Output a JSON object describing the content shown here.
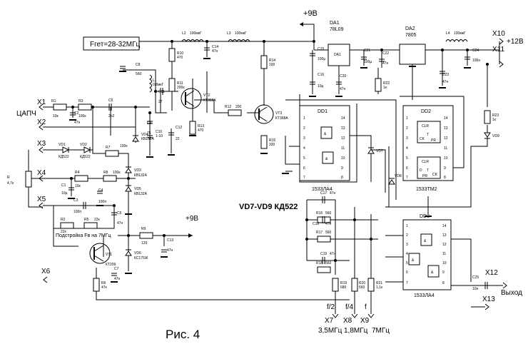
{
  "figure": {
    "caption": "Рис. 4",
    "freq_box": "Fгет=28-32МГц",
    "vd_note": "VD7-VD9  КД522",
    "tune_note": "Подстройка Fв на 7МГц"
  },
  "connectors": {
    "x1": "X1",
    "x1_name": "ЦАПЧ",
    "x2": "X2",
    "x3": "X3",
    "x4": "X4",
    "x5": "X5",
    "x6": "X6",
    "x7": "X7",
    "x8": "X8",
    "x9": "X9",
    "x10": "X10",
    "x11": "X11",
    "x12": "X12",
    "x13": "X13",
    "x7_freq": "3,5МГц",
    "x8_freq": "1,8МГц",
    "x9_freq": "7МГц",
    "x7_div": "f/2",
    "x8_div": "f/4",
    "x9_div": "f",
    "vout": "Выход",
    "vcc12": "+12В",
    "vcc9_top": "+9В",
    "vcc9_mid": "+9В"
  },
  "chips": {
    "da1": "DA1",
    "da1_type": "78L09",
    "da2": "DA2",
    "da2_type": "7805",
    "dd1": "DD1",
    "dd1_type": "1533ЛА4",
    "dd2": "DD2",
    "dd2_type": "1533ТМ2",
    "dd3": "DD3",
    "dd3_type": "1533ЛА4"
  },
  "transistors": {
    "vt1": "VT1",
    "vt1_type": "КТ209",
    "vt2": "VT2",
    "vt2_type": "КТ368А",
    "vt3": "VT3",
    "vt3_type": "КТ368А"
  },
  "components": {
    "l1": "L1",
    "l1_v": "0,8мкГ",
    "l2": "L2",
    "l2_v": "100мкГ",
    "l3": "L3",
    "l3_v": "100мкГ",
    "l4": "L4",
    "l4_v": "100мкГ",
    "r": "R",
    "r_v": "4,7к",
    "r1": "R1",
    "r1_v": "10к",
    "r2": "R2",
    "r2_v": "22к",
    "r3": "R3",
    "r3_v": "100к",
    "r4": "R4",
    "r4_v": "10к",
    "r5": "R5",
    "r5_v": "22к",
    "r6": "R6",
    "r6_v": "47к",
    "r7": "R7",
    "r7_v": "100к",
    "r8": "R8",
    "r8_v": "100к",
    "r9": "R9",
    "r9_v": "120",
    "r10": "R10",
    "r10_v": "470",
    "r11": "R11",
    "r11_v": "200к",
    "r12": "R12",
    "r12_v": "200",
    "r13": "R13",
    "r13_v": "470",
    "r14": "R14",
    "r14_v": "100",
    "r15": "R15",
    "r15_v": "330",
    "r16": "R16",
    "r16_v": "560",
    "r17": "R17",
    "r17_v": "560",
    "r18": "R18",
    "r18_v": "560",
    "r19": "R19",
    "r19_v": "680",
    "r20": "R20",
    "r20_v": "560",
    "r21": "R21",
    "r21_v": "1,1к",
    "r22": "R22",
    "r22_v": "1к",
    "r23": "R23",
    "r23_v": "1к",
    "c1": "C1",
    "c1_v": "10µ",
    "c2": "C2",
    "c2_v": "47н",
    "c3": "C3",
    "c3_v": "100п",
    "c4": "C4",
    "c4_v": "100п",
    "c5": "C5",
    "c5_v": "2р2",
    "c6": "C6",
    "c6_v": "47н",
    "c7": "C7",
    "c7_v": "47н",
    "c8": "C8",
    "c8_v": "560",
    "c9": "C9",
    "c9_v": "75",
    "c10": "C10",
    "c10_v": "1-10",
    "c11": "C11",
    "c11_v": "27",
    "c12": "C12",
    "c12_v": "22",
    "c13": "C13",
    "c13_v": "47н",
    "c14": "C14",
    "c14_v": "47н",
    "c15": "C15",
    "c15_v": "100µ",
    "c16": "C16",
    "c16_v": "10µ",
    "c17": "C17",
    "c17_v": "47н",
    "c18": "C18",
    "c18_v": "47н",
    "c19": "C19",
    "c19_v": "47н",
    "c20": "C20",
    "c20_v": "47н",
    "c21": "C21",
    "c21_v": "100µ",
    "c22": "C22",
    "c22_v": "47н",
    "c23": "C23",
    "c23_v": "47н",
    "c24": "C24",
    "c24_v": "100н",
    "c25": "C25",
    "c25_v": "10н",
    "vd1": "VD1",
    "vd1_t": "КД522",
    "vd2": "VD2",
    "vd2_t": "КД522",
    "vd3": "VD3",
    "vd3_t": "КВ132А",
    "vd4": "VD4",
    "vd4_t": "КВ132А",
    "vd5": "VD5",
    "vd5_t": "КВ132А",
    "vd6": "VD6",
    "vd6_t": "КС175Ж",
    "vd7": "VD7",
    "vd8": "VD8",
    "vd9": "VD9"
  },
  "pins": {
    "dd1_l": [
      "1",
      "2",
      "3",
      "4",
      "5",
      "6",
      "7"
    ],
    "dd1_r": [
      "14",
      "13",
      "12",
      "11",
      "10",
      "9",
      "8"
    ],
    "dd2_l": [
      "1",
      "2",
      "3",
      "4",
      "5",
      "6",
      "7"
    ],
    "dd2_r": [
      "14",
      "13",
      "12",
      "11",
      "10",
      "9",
      "8"
    ],
    "dd3_l": [
      "1",
      "2",
      "3",
      "4",
      "5",
      "6",
      "7"
    ],
    "dd3_r": [
      "14",
      "13",
      "12",
      "11",
      "10",
      "9",
      "8"
    ],
    "clr": "CLR",
    "ck": "CK",
    "pr": "PR",
    "d": "D",
    "t": "T",
    "amp": "&"
  }
}
